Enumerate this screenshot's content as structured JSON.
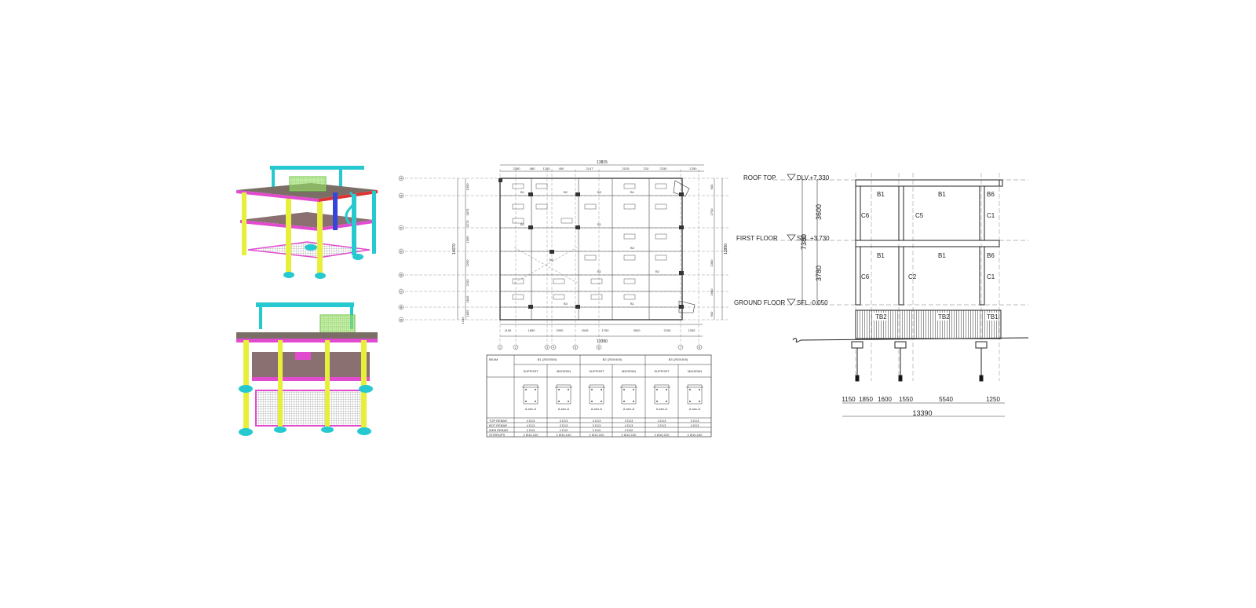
{
  "plan": {
    "top_total": "13815",
    "top_dims": [
      "2350",
      "480",
      "1200",
      "450",
      "2147",
      "2015",
      "210",
      "2150",
      "1250"
    ],
    "bottom_dims": [
      "1150",
      "1850",
      "2000",
      "1545",
      "1750",
      "3540",
      "2150",
      "1250"
    ],
    "bottom_total": "13390",
    "left_dims": [
      "1050",
      "1875",
      "3270",
      "1565",
      "2250",
      "2150",
      "1845",
      "1835",
      "1235"
    ],
    "left_total": "14070",
    "right_dims": [
      "900",
      "2700",
      "1380",
      "1680",
      "600"
    ],
    "right_total": "13950",
    "grid_bubbles_bottom": [
      "1",
      "2",
      "3",
      "4",
      "5",
      "6",
      "7",
      "8"
    ],
    "grid_bubbles_left": [
      "H",
      "G",
      "F",
      "E",
      "D",
      "C",
      "B",
      "A"
    ],
    "beam_tags": [
      "B1",
      "B2",
      "B3",
      "B1",
      "B2",
      "B1",
      "B3",
      "B2",
      "B1",
      "B2",
      "B3",
      "B1"
    ]
  },
  "beam_table": {
    "header_beam": "BEAM",
    "beams": [
      "B1 (250X500)",
      "B2 (250X400)",
      "B3 (250X400)"
    ],
    "sub_support": "SUPPORT",
    "sub_midspan": "MIDSPAN",
    "section_tags": [
      "A-sec-A",
      "A-sec-A",
      "A-sec-A",
      "A-sec-A",
      "A-sec-A",
      "A-sec-A"
    ],
    "rows": [
      {
        "label": "TOP REBAR",
        "values": [
          "4 D13",
          "3 D13",
          "4 D13",
          "3 D13",
          "4 D13",
          "3 D13"
        ]
      },
      {
        "label": "BOT REBAR",
        "values": [
          "4 D13",
          "3 D13",
          "3 D13",
          "4 D13",
          "3 D13",
          "4 D13"
        ]
      },
      {
        "label": "WEB REBAR",
        "values": [
          "2 D10",
          "2 D10",
          "2 D10",
          "2 D10",
          "",
          ""
        ]
      },
      {
        "label": "STIRRUPS",
        "values": [
          "2 Ø10-100",
          "2 Ø10-140",
          "2 Ø10-100",
          "2 Ø10-150",
          "2 Ø10-100",
          "2 Ø10-150"
        ]
      }
    ]
  },
  "section": {
    "levels": [
      {
        "name": "ROOF TOP",
        "elev": "DLV.+7.330"
      },
      {
        "name": "FIRST FLOOR",
        "elev": "SFL.+3.730"
      },
      {
        "name": "GROUND FLOOR",
        "elev": "SFL.-0.050"
      }
    ],
    "height_dims": [
      "3600",
      "3780"
    ],
    "height_total": "7380",
    "upper_beams": [
      "B1",
      "B1",
      "B6"
    ],
    "lower_beams": [
      "B1",
      "B1",
      "B6"
    ],
    "upper_cols": [
      "C6",
      "C5",
      "C1"
    ],
    "lower_cols": [
      "C6",
      "C2",
      "C1"
    ],
    "tie_beams": [
      "TB2",
      "TB2",
      "TB1"
    ],
    "bottom_dims": [
      "1150",
      "1850",
      "1600",
      "1550",
      "5540",
      "1250"
    ],
    "bottom_total": "13390"
  }
}
